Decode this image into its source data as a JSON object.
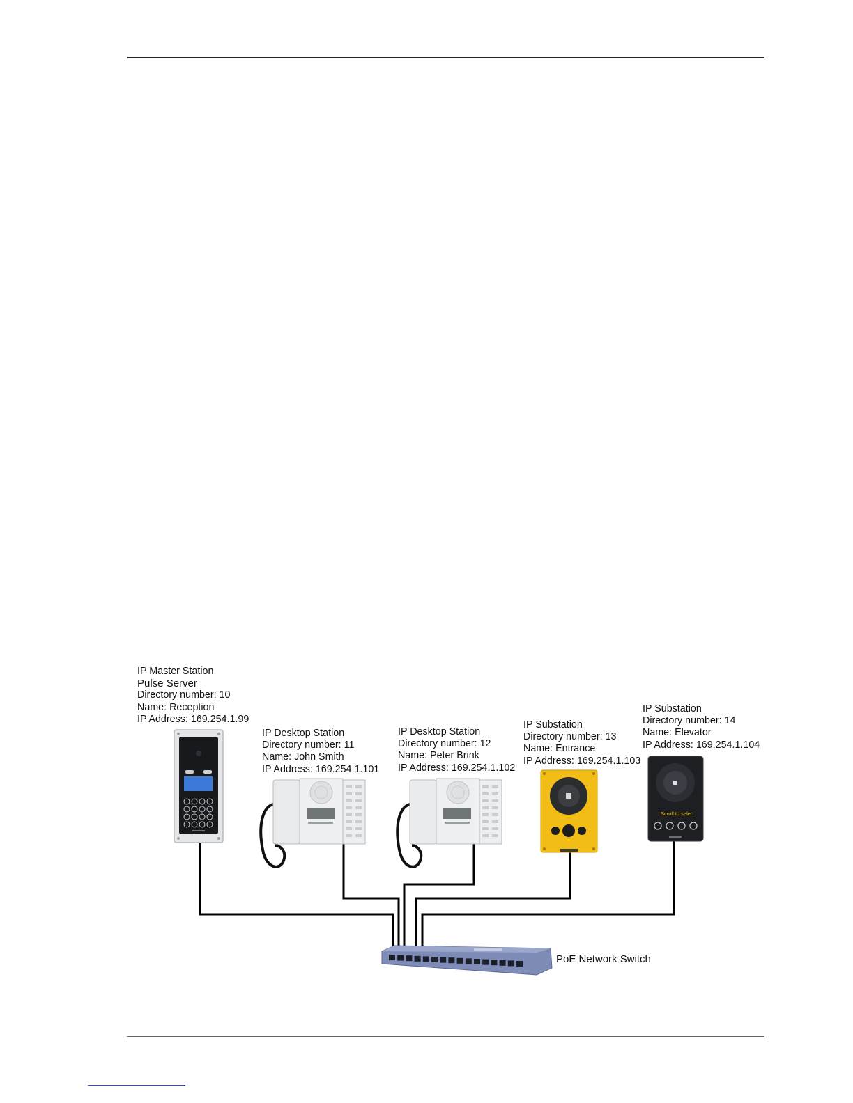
{
  "stations": [
    {
      "type": "IP Master Station",
      "model": "Pulse Server",
      "directory": "Directory number: 10",
      "name": "Name: Reception",
      "ip": "IP Address: 169.254.1.99"
    },
    {
      "type": "IP Desktop Station",
      "directory": "Directory number: 11",
      "name": "Name: John Smith",
      "ip": "IP Address: 169.254.1.101"
    },
    {
      "type": "IP Desktop Station",
      "directory": "Directory number: 12",
      "name": "Name: Peter Brink",
      "ip": "IP Address: 169.254.1.102"
    },
    {
      "type": "IP Substation",
      "directory": "Directory number: 13",
      "name": "Name:  Entrance",
      "ip": "IP Address: 169.254.1.103"
    },
    {
      "type": "IP Substation",
      "directory": "Directory number: 14",
      "name": "Name:  Elevator",
      "ip": "IP Address: 169.254.1.104",
      "screen_text": "Scroll to selec"
    }
  ],
  "switch": {
    "label": "PoE Network Switch",
    "ports": 16
  },
  "colors": {
    "substation_yellow": "#f2bd16",
    "switch_blue": "#7f8cb8",
    "master_display": "#3b7ad8",
    "cable": "#000000"
  }
}
